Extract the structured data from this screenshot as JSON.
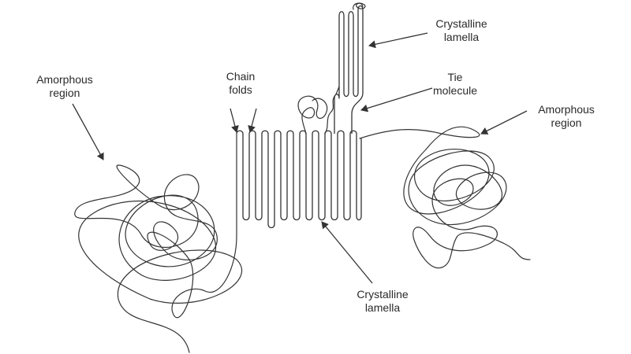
{
  "labels": {
    "amorphous_left": {
      "line1": "Amorphous",
      "line2": "region"
    },
    "chain_folds": {
      "line1": "Chain",
      "line2": "folds"
    },
    "crystalline_top": {
      "line1": "Crystalline",
      "line2": "lamella"
    },
    "tie_molecule": {
      "line1": "Tie",
      "line2": "molecule"
    },
    "amorphous_right": {
      "line1": "Amorphous",
      "line2": "region"
    },
    "crystalline_bottom": {
      "line1": "Crystalline",
      "line2": "lamella"
    }
  },
  "colors": {
    "line": "#333333",
    "text": "#2a2a2a",
    "background": "#ffffff"
  }
}
